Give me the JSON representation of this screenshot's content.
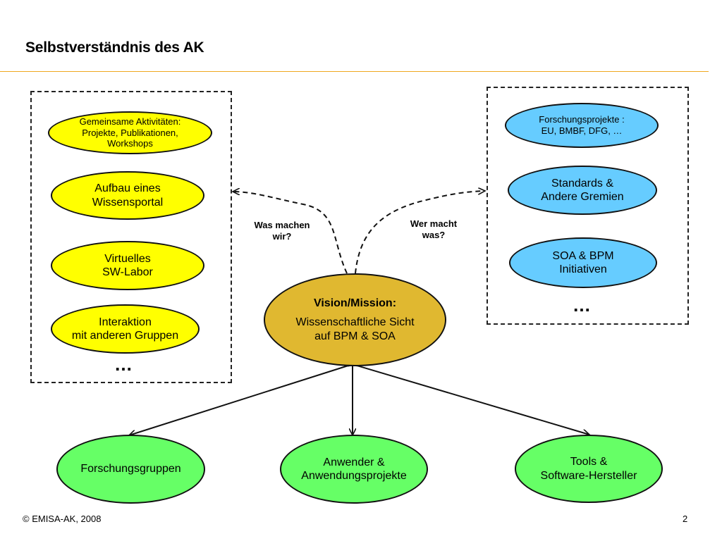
{
  "title": "Selbstverständnis des AK",
  "left_group": {
    "items": [
      "Gemeinsame Aktivitäten:\nProjekte, Publikationen,\nWorkshops",
      "Aufbau eines\nWissensportal",
      "Virtuelles\nSW-Labor",
      "Interaktion\nmit anderen Gruppen"
    ],
    "more": "…"
  },
  "right_group": {
    "items": [
      "Forschungsprojekte :\nEU, BMBF, DFG, …",
      "Standards &\nAndere Gremien",
      "SOA & BPM\nInitiativen"
    ],
    "more": "…"
  },
  "center": {
    "title": "Vision/Mission:",
    "text": "Wissenschaftliche Sicht\nauf BPM & SOA"
  },
  "question_left": "Was machen\nwir?",
  "question_right": "Wer macht\nwas?",
  "bottom": {
    "items": [
      "Forschungsgruppen",
      "Anwender &\nAnwendungsprojekte",
      "Tools &\nSoftware-Hersteller"
    ]
  },
  "footer": {
    "copyright": "©  EMISA-AK, 2008",
    "page": "2"
  },
  "colors": {
    "accent_rule": "#f0a820",
    "yellow": "#ffff00",
    "blue": "#66ccff",
    "green": "#66ff66",
    "gold": "#e0b830"
  }
}
